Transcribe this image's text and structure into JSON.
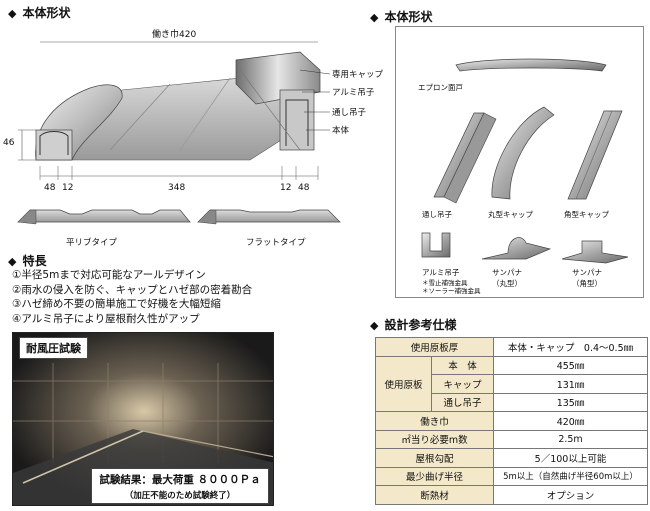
{
  "left_section": {
    "title": "本体形状",
    "width_label": "働き巾420",
    "height_label": "46",
    "dims": [
      "48",
      "12",
      "348",
      "12",
      "48"
    ],
    "callouts": [
      "専用キャップ",
      "アルミ吊子",
      "通し吊子",
      "本体"
    ],
    "type_labels": [
      "平リブタイプ",
      "フラットタイプ"
    ]
  },
  "right_section": {
    "title": "本体形状",
    "shapes": {
      "apron": "エプロン面戸",
      "toshi": "通し吊子",
      "round_cap": "丸型キャップ",
      "square_cap": "角型キャップ",
      "alumi": "アルミ吊子",
      "alumi_note1": "＊雪止補強金具",
      "alumi_note2": "＊ソーラー補強金具",
      "sunpana_round_1": "サンパナ",
      "sunpana_round_2": "（丸型）",
      "sunpana_square_1": "サンパナ",
      "sunpana_square_2": "（角型）"
    }
  },
  "features": {
    "title": "特長",
    "items": [
      "①半径5mまで対応可能なアールデザイン",
      "②雨水の侵入を防ぐ、キャップとハゼ部の密着勘合",
      "③ハゼ締め不要の簡単施工で好機を大幅短縮",
      "④アルミ吊子により屋根耐久性がアップ"
    ]
  },
  "photo": {
    "title": "耐風圧試験",
    "result_line1": "試験結果：最大荷重 ８０００Ｐａ",
    "result_line2": "（加圧不能のため試験終了）"
  },
  "spec": {
    "title": "設計参考仕様",
    "rows": {
      "r1_head": "使用原板厚",
      "r1_val": "本体・キャップ　0.4～0.5㎜",
      "r2_group": "使用原板",
      "r2_sub": "本　体",
      "r2_val": "455㎜",
      "r3_sub": "キャップ",
      "r3_val": "131㎜",
      "r4_sub": "通し吊子",
      "r4_val": "135㎜",
      "r5_head": "働き巾",
      "r5_val": "420㎜",
      "r6_head": "㎡当り必要m数",
      "r6_val": "2.5m",
      "r7_head": "屋根勾配",
      "r7_val": "5／100以上可能",
      "r8_head": "最少曲げ半径",
      "r8_val": "5m以上（自然曲げ半径60m以上）",
      "r9_head": "断熱材",
      "r9_val": "オプション"
    }
  }
}
